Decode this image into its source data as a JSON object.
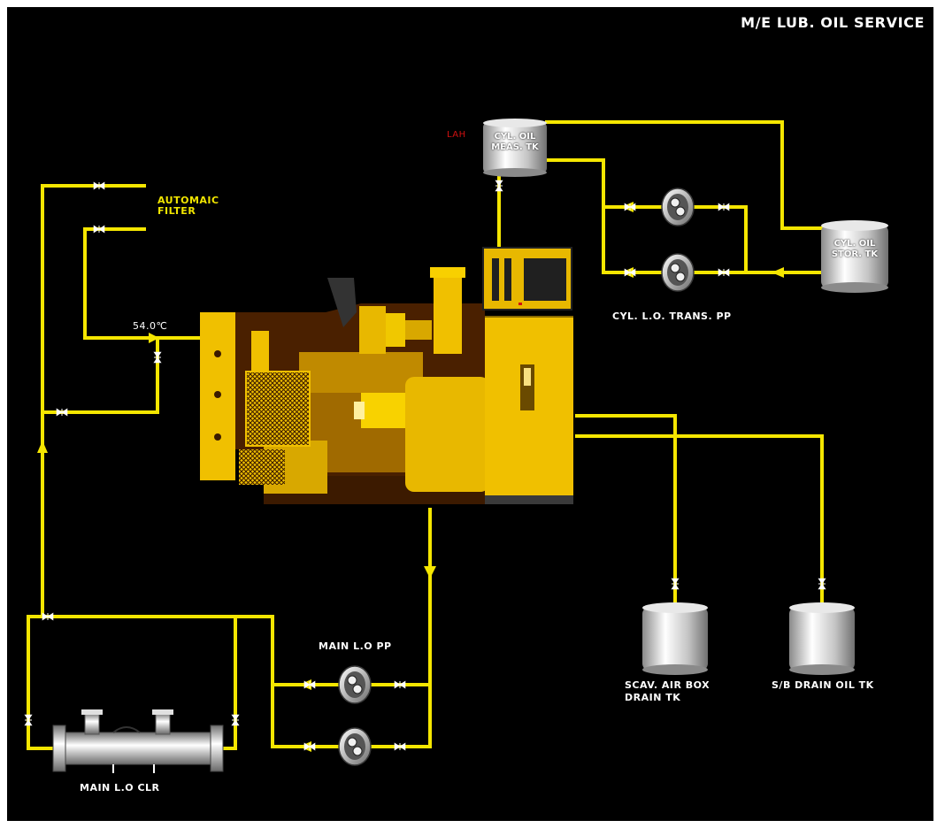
{
  "title": "M/E LUB. OIL SERVICE",
  "labels": {
    "automatic_filter": "AUTOMAIC\nFILTER",
    "lah": "LAH",
    "cyl_oil_meas_tk": "CYL. OIL\nMEAS. TK",
    "cyl_oil_stor_tk": "CYL. OIL\nSTOR. TK",
    "cyl_lo_trans_pp": "CYL. L.O. TRANS. PP",
    "main_lo_pp": "MAIN L.O PP",
    "main_lo_clr": "MAIN L.O CLR",
    "scav_air_box_drain_tk": "SCAV. AIR BOX\nDRAIN TK",
    "sb_drain_oil_tk": "S/B DRAIN OIL TK"
  },
  "readings": {
    "lo_inlet_temp": "54.0℃"
  },
  "colors": {
    "pipe": "#f5e600",
    "background": "#000000",
    "engine_yellow": "#f0c000",
    "engine_brown": "#5a2a00",
    "tank_silver": "#c8c8c8",
    "alarm": "#d21010"
  },
  "icons": {
    "valve": "gate-valve-icon",
    "pump": "pump-icon",
    "tank": "tank-icon",
    "cooler": "heat-exchanger-icon",
    "flow_arrow": "flow-arrow-icon"
  }
}
